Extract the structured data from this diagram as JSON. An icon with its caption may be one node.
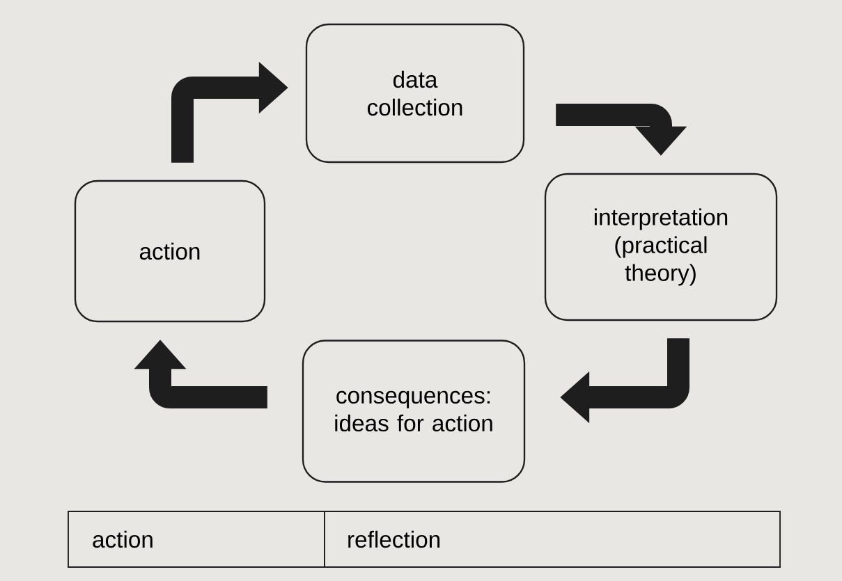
{
  "diagram": {
    "nodes": [
      {
        "text": [
          "data collection"
        ]
      },
      {
        "text": [
          "interpretation (practical theory)"
        ]
      },
      {
        "text": [
          "consequences: ideas for action"
        ]
      },
      {
        "text": [
          "action"
        ]
      },
      {
        "text": [
          "action"
        ]
      },
      {
        "text": [
          "reflection"
        ]
      }
    ],
    "edges": [
      {
        "from": 3,
        "to": 0,
        "arrow": "to"
      },
      {
        "from": 0,
        "to": 1,
        "arrow": "to"
      },
      {
        "from": 1,
        "to": 2,
        "arrow": "to"
      },
      {
        "from": 2,
        "to": 3,
        "arrow": "to"
      }
    ]
  }
}
